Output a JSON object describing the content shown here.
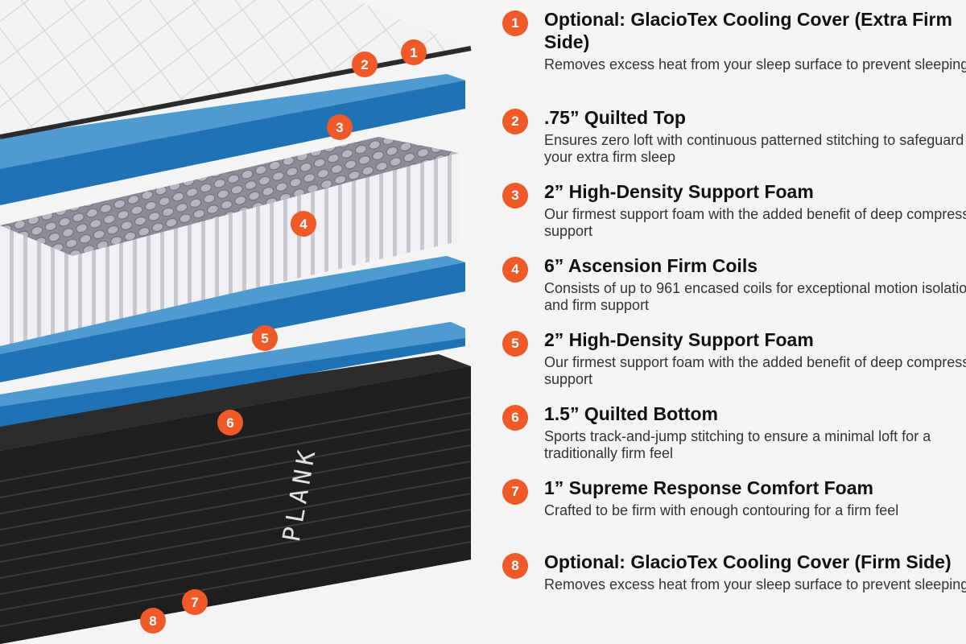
{
  "colors": {
    "accent": "#f05a28",
    "foam_top": "#4f9ad0",
    "foam_front": "#1f73b5",
    "base": "#1e1e1e",
    "cover": "#f2f2f2"
  },
  "brand_mark": "PLANK",
  "layers": [
    {
      "number": "1",
      "title": "Optional: GlacioTex Cooling Cover (Extra Firm Side)",
      "description": "Removes excess heat from your sleep surface to prevent sleeping hot"
    },
    {
      "number": "2",
      "title": ".75” Quilted Top",
      "description": "Ensures zero loft with continuous patterned stitching to safeguard your extra firm sleep"
    },
    {
      "number": "3",
      "title": "2” High-Density Support Foam",
      "description": "Our firmest support foam with the added benefit of deep compression support"
    },
    {
      "number": "4",
      "title": "6” Ascension Firm Coils",
      "description": "Consists of up to 961 encased coils for exceptional motion isolation and firm support"
    },
    {
      "number": "5",
      "title": "2” High-Density Support Foam",
      "description": "Our firmest support foam with the added benefit of deep compression support"
    },
    {
      "number": "6",
      "title": "1.5” Quilted Bottom",
      "description": "Sports track-and-jump stitching to ensure a minimal loft for a traditionally firm feel"
    },
    {
      "number": "7",
      "title": "1” Supreme Response Comfort Foam",
      "description": "Crafted to be firm with enough contouring for a firm feel"
    },
    {
      "number": "8",
      "title": "Optional: GlacioTex Cooling Cover (Firm Side)",
      "description": "Removes excess heat from your sleep surface to prevent sleeping hot"
    }
  ]
}
